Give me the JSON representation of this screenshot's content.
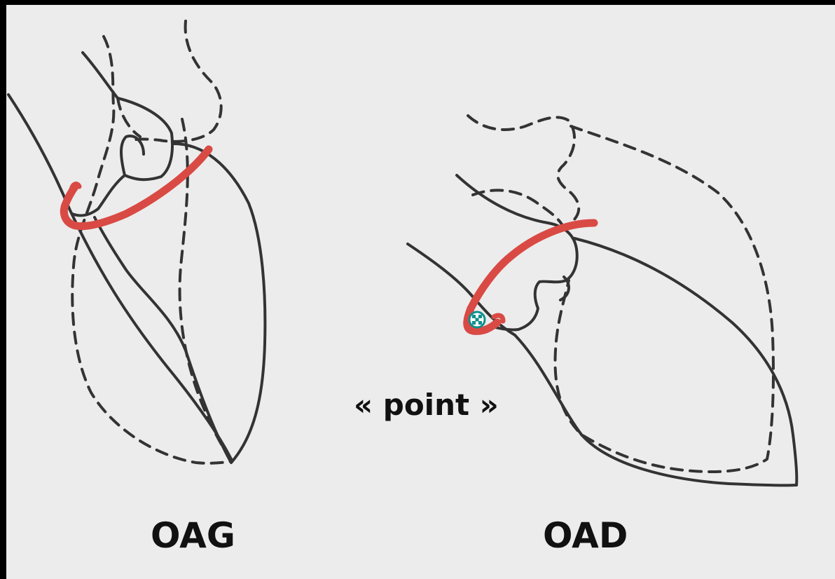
{
  "labels": {
    "left_view": "OAG",
    "right_view": "OAD",
    "annotation": "« point »"
  },
  "colors": {
    "outline": "#333333",
    "catheter": "#d94a44",
    "marker": "#0f8f8c",
    "paper": "#ececec",
    "frame": "#000000"
  }
}
